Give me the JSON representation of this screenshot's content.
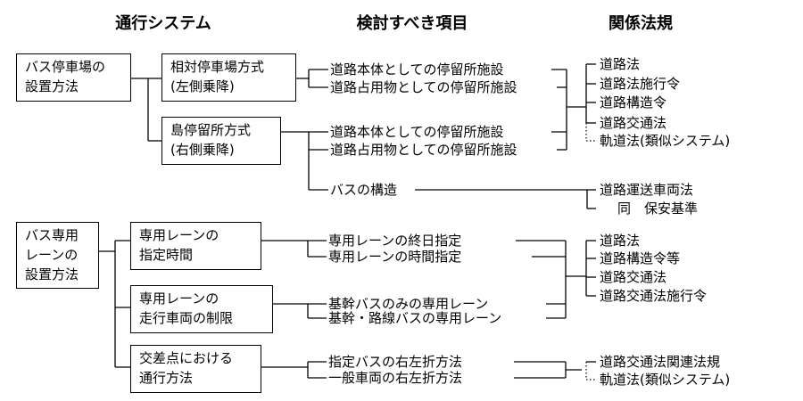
{
  "headers": {
    "system": "通行システム",
    "items": "検討すべき項目",
    "laws": "関係法規"
  },
  "section1": {
    "root": [
      "バス停車場の",
      "設置方法"
    ],
    "opposite": {
      "name": [
        "相対停車場方式",
        "(左側乗降)"
      ],
      "items": [
        "道路本体としての停留所施設",
        "道路占用物としての停留所施設"
      ]
    },
    "island": {
      "name": [
        "島停留所方式",
        "(右側乗降)"
      ],
      "items": [
        "道路本体としての停留所施設",
        "道路占用物としての停留所施設"
      ]
    },
    "bus_structure": "バスの構造",
    "laws_a": [
      "道路法",
      "道路法施行令",
      "道路構造令",
      "道路交通法",
      "軌道法(類似システム)"
    ],
    "laws_b": [
      "道路運送車両法",
      "同　保安基準"
    ]
  },
  "section2": {
    "root": [
      "バス専用",
      "レーンの",
      "設置方法"
    ],
    "time": {
      "name": [
        "専用レーンの",
        "指定時間"
      ],
      "items": [
        "専用レーンの終日指定",
        "専用レーンの時間指定"
      ]
    },
    "vehicle": {
      "name": [
        "専用レーンの",
        "走行車両の制限"
      ],
      "items": [
        "基幹バスのみの専用レーン",
        "基幹・路線バスの専用レーン"
      ]
    },
    "turn": {
      "name": [
        "交差点における",
        "通行方法"
      ],
      "items": [
        "指定バスの右左折方法",
        "一般車両の右左折方法"
      ]
    },
    "laws_a": [
      "道路法",
      "道路構造令等",
      "道路交通法",
      "道路交通法施行令"
    ],
    "laws_b": [
      "道路交通法関連法規",
      "軌道法(類似システム)"
    ]
  }
}
